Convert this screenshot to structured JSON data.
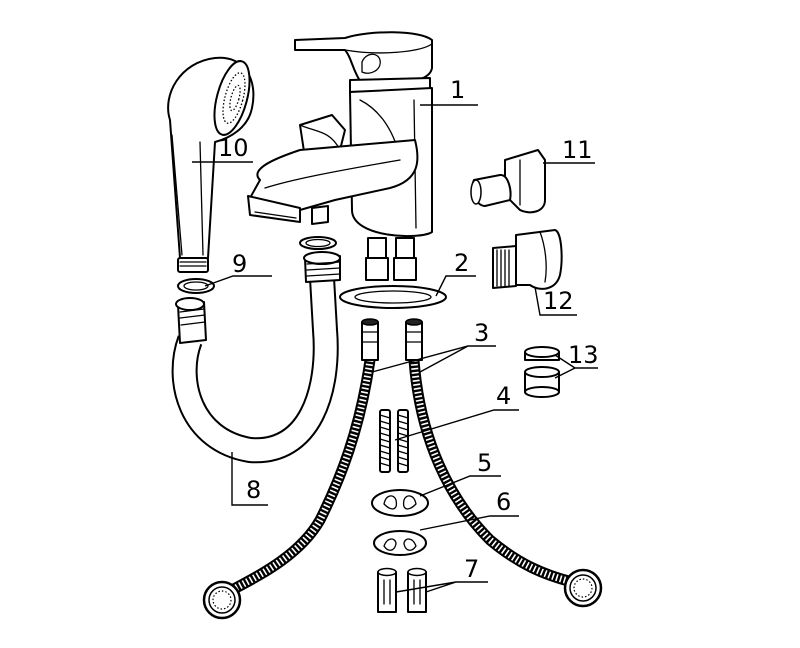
{
  "callouts": [
    {
      "id": "1",
      "label": "1",
      "part": "faucet-body"
    },
    {
      "id": "2",
      "label": "2",
      "part": "base-gasket"
    },
    {
      "id": "3",
      "label": "3",
      "part": "braided-supply-hoses"
    },
    {
      "id": "4",
      "label": "4",
      "part": "threaded-studs"
    },
    {
      "id": "5",
      "label": "5",
      "part": "mounting-plate"
    },
    {
      "id": "6",
      "label": "6",
      "part": "mounting-washer"
    },
    {
      "id": "7",
      "label": "7",
      "part": "nuts"
    },
    {
      "id": "8",
      "label": "8",
      "part": "shower-hose"
    },
    {
      "id": "9",
      "label": "9",
      "part": "hose-washers"
    },
    {
      "id": "10",
      "label": "10",
      "part": "hand-shower"
    },
    {
      "id": "11",
      "label": "11",
      "part": "shower-holder"
    },
    {
      "id": "12",
      "label": "12",
      "part": "wall-bracket"
    },
    {
      "id": "13",
      "label": "13",
      "part": "rings"
    }
  ]
}
